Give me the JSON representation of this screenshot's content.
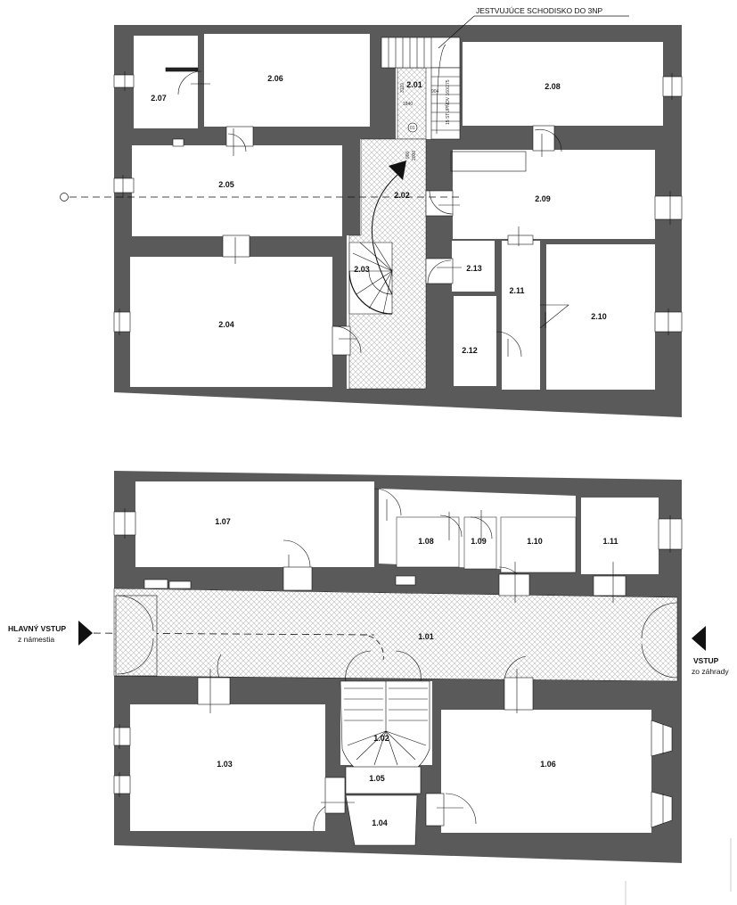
{
  "upper_floor": {
    "rooms": [
      "2.01",
      "2.02",
      "2.03",
      "2.04",
      "2.05",
      "2.06",
      "2.07",
      "2.08",
      "2.09",
      "2.10",
      "2.11",
      "2.12",
      "2.13"
    ],
    "stair_note": "JESTVUJÚCE SCHODISKO DO 3NP",
    "dimensions": [
      "3110",
      "1840",
      "900",
      "2000",
      "15 STUPŇOV 160/275",
      "904"
    ],
    "column_marker": "01"
  },
  "ground_floor": {
    "rooms": [
      "1.01",
      "1.02",
      "1.03",
      "1.04",
      "1.05",
      "1.06",
      "1.07",
      "1.08",
      "1.09",
      "1.10",
      "1.11"
    ]
  },
  "entrances": {
    "main_title": "HLAVNÝ VSTUP",
    "main_sub": "z námestia",
    "garden_title": "VSTUP",
    "garden_sub": "zo záhrady"
  },
  "colors": {
    "wall": "#5a5a5a",
    "hatch": "#bdbdbd",
    "line": "#111111"
  }
}
